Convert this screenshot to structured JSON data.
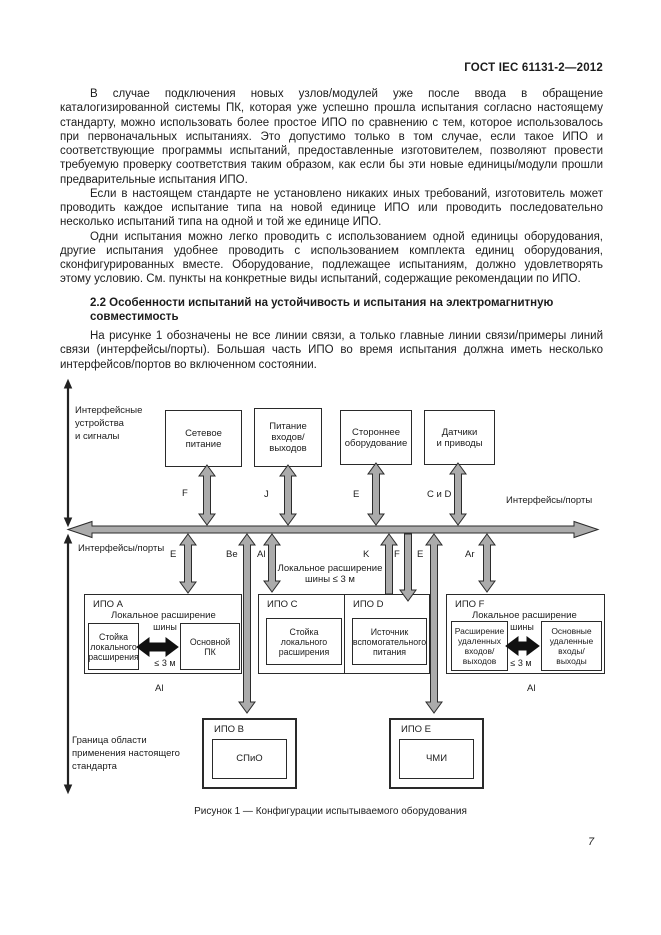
{
  "page": {
    "header": "ГОСТ  IEC 61131-2—2012",
    "number": "7"
  },
  "text": {
    "p1": "В случае подключения новых узлов/модулей уже после ввода в обращение каталогизированной системы ПК, которая уже успешно прошла испытания согласно настоящему стандарту, можно использовать более простое ИПО по сравнению с тем, которое использовалось при первоначальных испытаниях. Это допустимо только в том случае, если такое ИПО и соответствующие программы испытаний, предоставленные изготовителем, позволяют провести требуемую проверку соответствия таким образом, как если бы эти новые единицы/модули прошли предварительные испытания ИПО.",
    "p2": "Если в настоящем стандарте не установлено никаких иных требований, изготовитель может проводить каждое испытание типа на новой единице ИПО или проводить последовательно несколько испытаний типа на одной и той же единице ИПО.",
    "p3": "Одни испытания можно легко проводить с использованием одной единицы оборудования, другие испытания удобнее проводить с использованием комплекта единиц оборудования, сконфигурированных вместе. Оборудование, подлежащее испытаниям, должно удовлетворять этому условию. См. пункты на конкретные виды испытаний, содержащие рекомендации по ИПО.",
    "heading": "2.2 Особенности испытаний на устойчивость и испытания на электромагнитную совместимость",
    "p4": "На рисунке 1 обозначены не все линии связи, а только главные линии связи/примеры линий связи (интерфейсы/порты). Большая часть ИПО во время испытания должна иметь несколько интерфейсов/портов во включенном состоянии."
  },
  "diagram": {
    "labels": {
      "interface_devices": "Интерфейсные\nустройства\nи сигналы",
      "ports_left": "Интерфейсы/порты",
      "ports_right": "Интерфейсы/порты",
      "boundary": "Граница области\nприменения настоящего\nстандарта",
      "local_ext": "Локальное расширение\nшины ≤ 3 м"
    },
    "top_boxes": [
      {
        "label": "Сетевое\nпитание",
        "port": "F"
      },
      {
        "label": "Питание\nвходов/\nвыходов",
        "port": "J"
      },
      {
        "label": "Стороннее\nоборудование",
        "port": "E"
      },
      {
        "label": "Датчики\nи приводы",
        "port": "С и D"
      }
    ],
    "bus_ports": {
      "e_left": "E",
      "be": "Be",
      "al": "Al",
      "k": "K",
      "f": "F",
      "e_right": "E",
      "ar": "Ar"
    },
    "eut_a": {
      "title": "ИПО А",
      "subtitle": "Локальное расширение",
      "bus_word": "шины",
      "left_unit": "Стойка\nлокального\nрасширения",
      "right_unit": "Основной\nПК",
      "distance": "≤ 3 м",
      "port_below": "Al"
    },
    "eut_c": {
      "title": "ИПО С",
      "unit": "Стойка\nлокального\nрасширения"
    },
    "eut_d": {
      "title": "ИПО D",
      "unit": "Источник\nвспомогательного\nпитания"
    },
    "eut_f": {
      "title": "ИПО F",
      "subtitle": "Локальное расширение",
      "bus_word": "шины",
      "left_unit": "Расширение\nудаленных\nвходов/\nвыходов",
      "right_unit": "Основные\nудаленные\nвходы/\nвыходы",
      "distance": "≤ 3 м",
      "port_below": "Al"
    },
    "eut_b": {
      "title": "ИПО В",
      "unit": "СПиО"
    },
    "eut_e": {
      "title": "ИПО Е",
      "unit": "ЧМИ"
    },
    "caption": "Рисунок 1 — Конфигурации испытываемого оборудования"
  },
  "colors": {
    "arrow_gray": "#ababab",
    "ink": "#1c1c1c"
  }
}
